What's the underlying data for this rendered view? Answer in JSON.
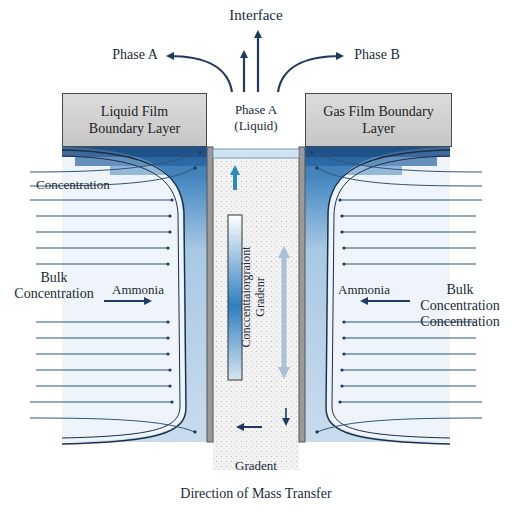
{
  "diagram": {
    "caption": "Direction of Mass Transfer",
    "nodes": [
      {
        "text": [
          "Liquid Film Boundary Layer"
        ]
      },
      {
        "text": [
          "Gas Film Boundary Layer"
        ]
      }
    ],
    "labels": [
      "Interface",
      "Phase A",
      "Phase B",
      "Phase A (Liquid)",
      "Concentration",
      "Bulk Concentration",
      "Ammonia",
      "Conccenttaiorgraiont Gradenr",
      "Ammonia",
      "Bulk Concentration Concentration",
      "Gradent"
    ]
  }
}
